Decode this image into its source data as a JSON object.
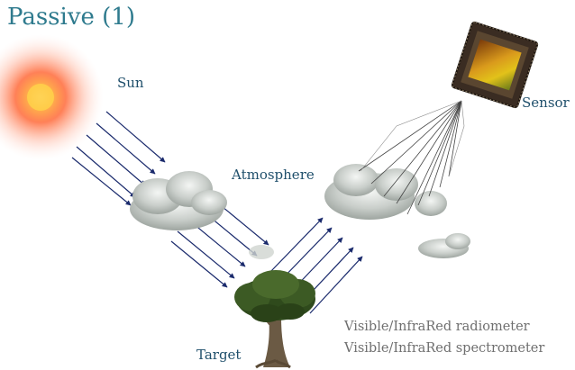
{
  "title": "Passive (1)",
  "labels": {
    "sun": "Sun",
    "atmosphere": "Atmosphere",
    "sensor": "Sensor",
    "target": "Target"
  },
  "instruments": [
    "Visible/InfraRed radiometer",
    "Visible/InfraRed spectrometer"
  ],
  "colors": {
    "title": "#2f7b8e",
    "label": "#1f4f6b",
    "instrument_text": "#6f6f6f",
    "ray": "#1a2a6c"
  }
}
